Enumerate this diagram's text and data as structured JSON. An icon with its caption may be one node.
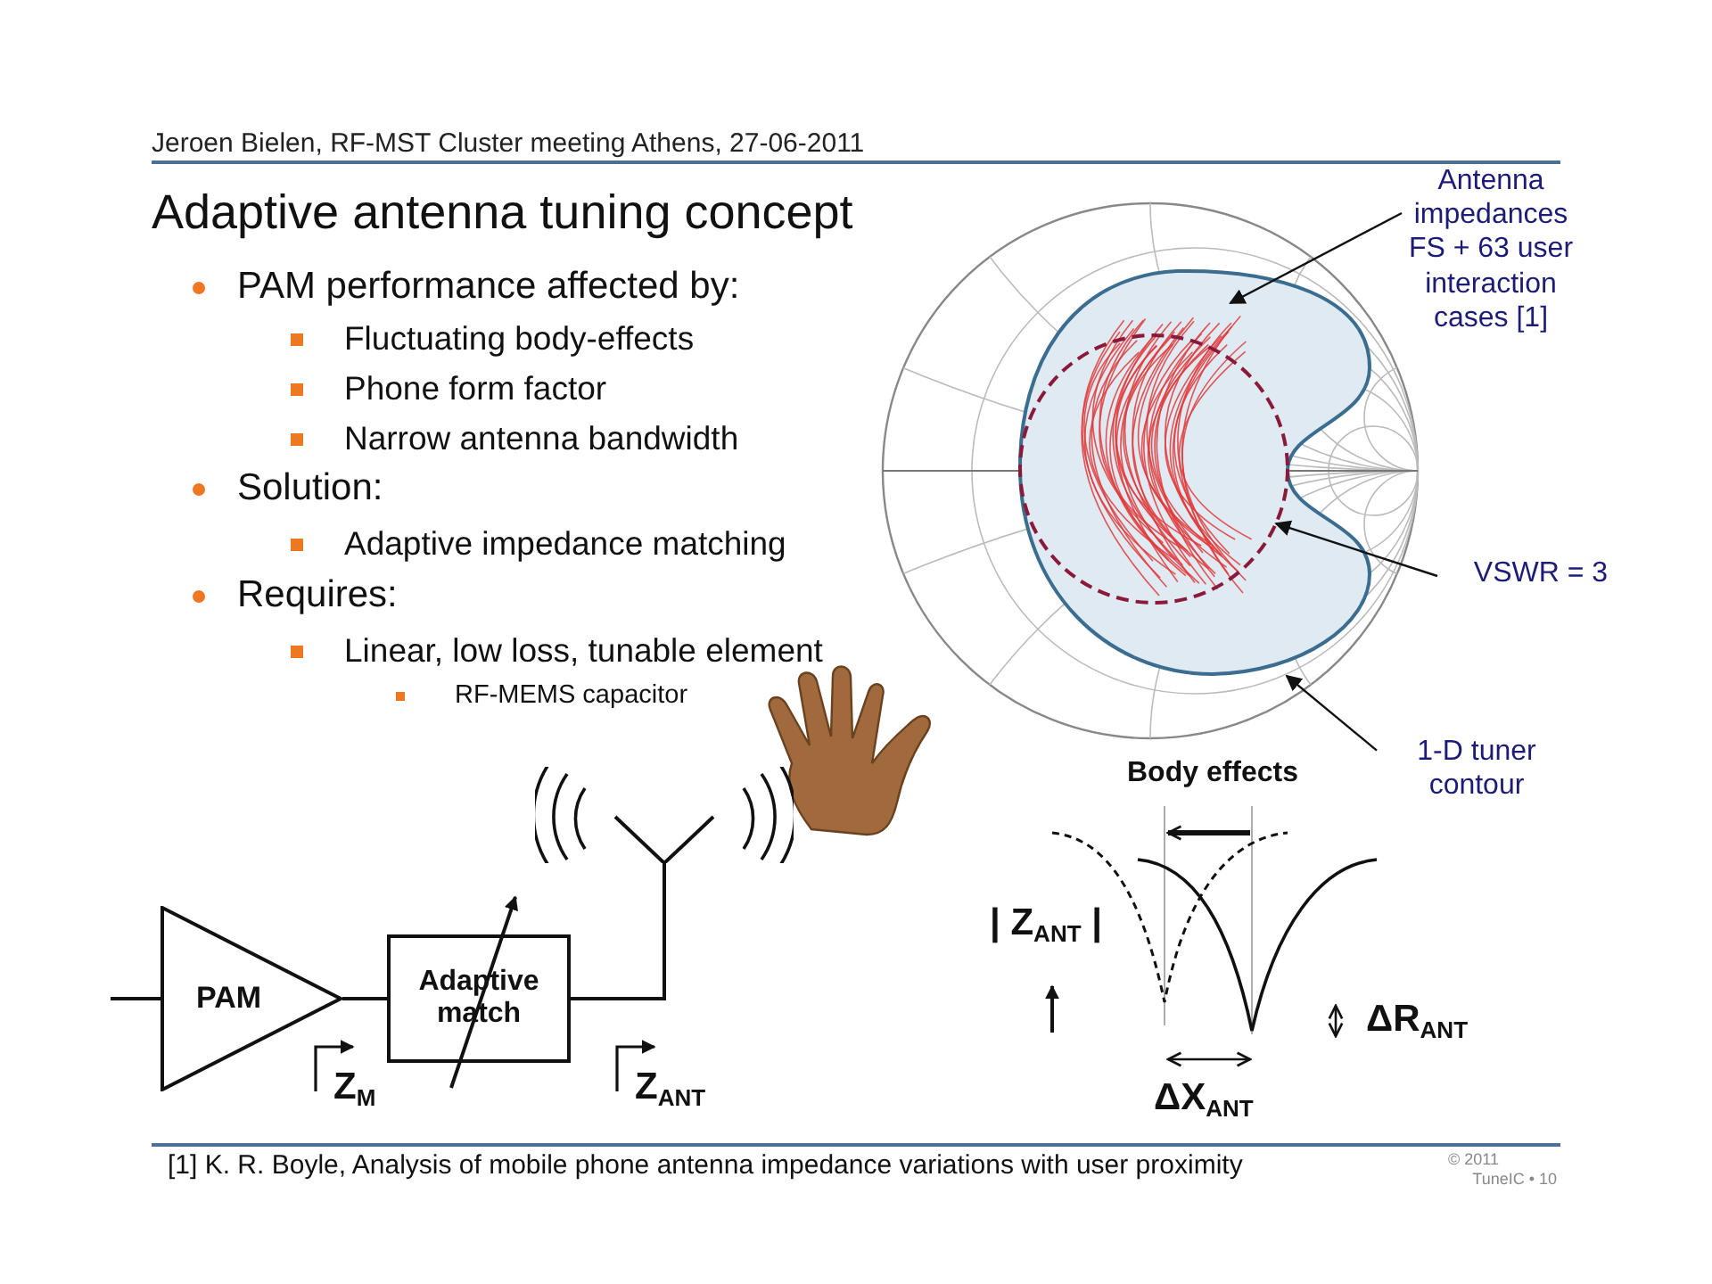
{
  "diagram": {
    "title": "Adaptive antenna tuning concept",
    "nodes": [
      {
        "text": [
          "PAM"
        ]
      },
      {
        "text": [
          "Adaptive match"
        ]
      },
      {
        "text": [],
        "shape": "picture"
      },
      {
        "text": [
          "Antenna impedances FS + 63 user interaction cases [1]"
        ]
      },
      {
        "text": [],
        "shape": "picture"
      },
      {
        "text": [],
        "shape": "picture",
        "in": 4
      },
      {
        "text": [
          "VSWR = 3"
        ]
      },
      {
        "text": [],
        "shape": "circle",
        "in": 4
      },
      {
        "text": [
          "1-D tuner contour"
        ]
      }
    ],
    "edges": [
      {
        "from": null,
        "to": 0,
        "arrow": "none"
      },
      {
        "from": 0,
        "to": 1,
        "arrow": "none"
      },
      {
        "from": 1,
        "to": 2,
        "arrow": "none"
      },
      {
        "from": 3,
        "to": 5,
        "arrow": "to"
      },
      {
        "from": 6,
        "to": 7,
        "arrow": "to"
      },
      {
        "from": 8,
        "to": 4,
        "arrow": "to"
      }
    ],
    "labels": [
      "Jeroen Bielen, RF-MST Cluster meeting Athens, 27-06-2011",
      "PAM performance affected by:",
      "Fluctuating body-effects",
      "Phone form factor",
      "Narrow antenna bandwidth",
      "Solution:",
      "Adaptive impedance matching",
      "Requires:",
      "Linear, low loss, tunable element",
      "RF-MEMS capacitor",
      "Z$_{M}$",
      "Z$_{ANT}$",
      "Body effects",
      "| Z$_{ANT}$ |",
      "ΔR$_{ANT}$",
      "ΔX$_{ANT}$",
      "[1] K. R. Boyle, Analysis of mobile phone antenna impedance variations with user proximity",
      "© 2011",
      "TuneIC • 10"
    ]
  }
}
